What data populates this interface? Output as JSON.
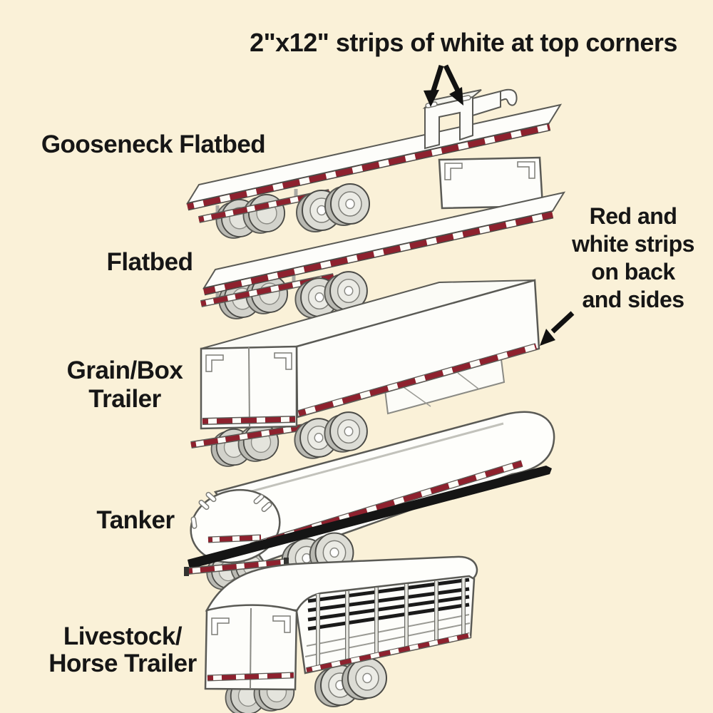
{
  "page": {
    "kind": "trailer-conspicuity-diagram"
  },
  "annotations": {
    "top_note": "2\"x12\" strips of white at top corners",
    "side_note_lines": [
      "Red and",
      "white strips",
      "on back",
      "and sides"
    ]
  },
  "trailers": [
    {
      "id": "gooseneck-flatbed",
      "label_lines": [
        "Gooseneck Flatbed"
      ]
    },
    {
      "id": "flatbed",
      "label_lines": [
        "Flatbed"
      ]
    },
    {
      "id": "grain-box-trailer",
      "label_lines": [
        "Grain/Box",
        "Trailer"
      ]
    },
    {
      "id": "tanker",
      "label_lines": [
        "Tanker"
      ]
    },
    {
      "id": "livestock-horse-trailer",
      "label_lines": [
        "Livestock/",
        "Horse Trailer"
      ]
    }
  ],
  "colors": {
    "background": "#FAF1D8",
    "stripe_red": "#8E212E",
    "stripe_white": "#FDFDF8",
    "outline_gray": "#5A5A55",
    "text_black": "#161616",
    "rail_black": "#151515",
    "wheel_face": "#DCDCD5",
    "wheel_barrel": "#B9B9B2"
  }
}
